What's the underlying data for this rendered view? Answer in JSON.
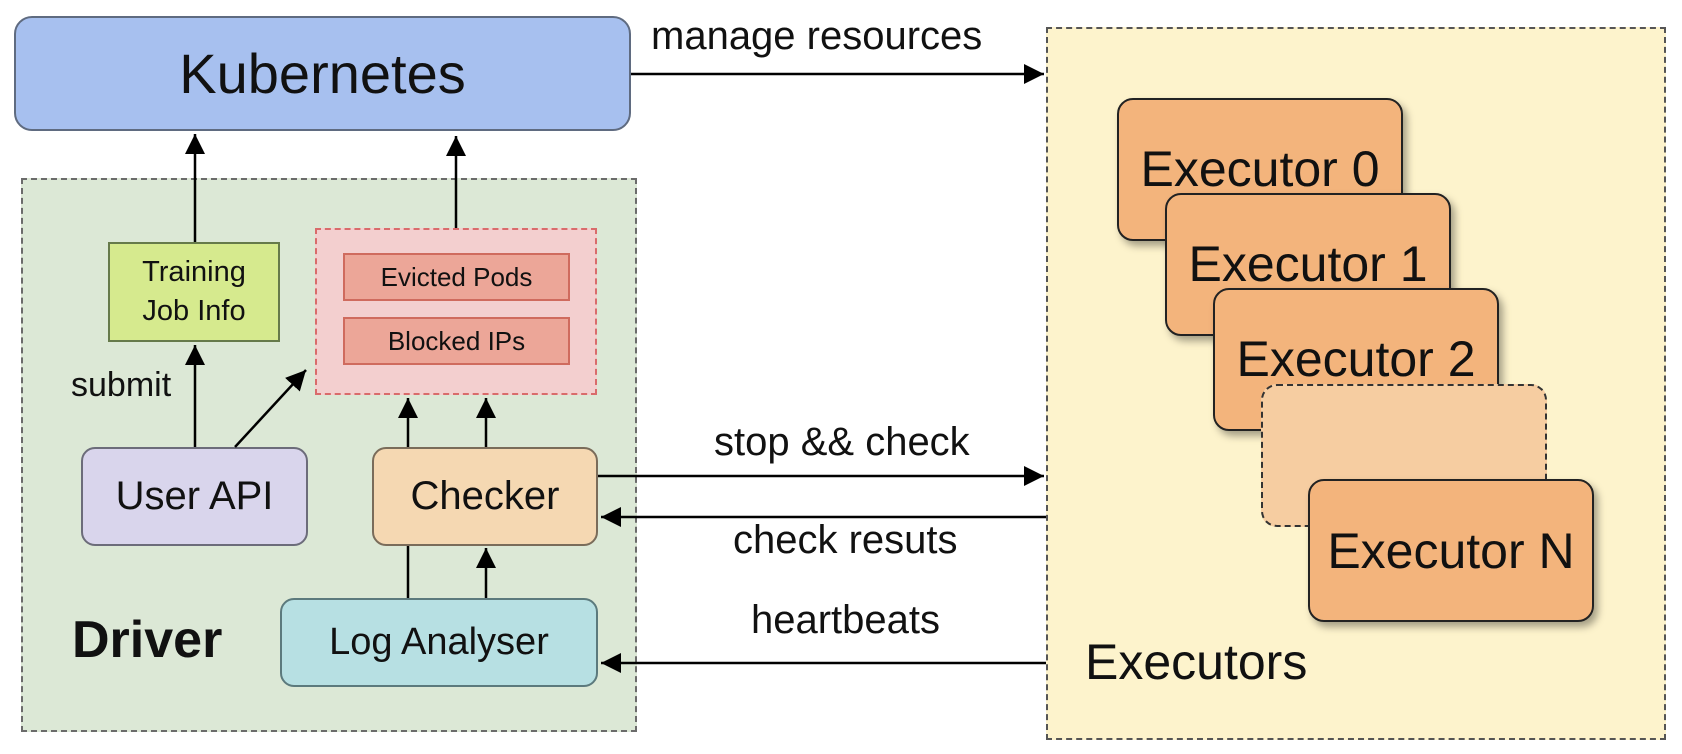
{
  "kubernetes": {
    "label": "Kubernetes"
  },
  "driver": {
    "label": "Driver",
    "training_job_info": {
      "line1": "Training",
      "line2": "Job Info"
    },
    "evicted_pods": "Evicted Pods",
    "blocked_ips": "Blocked IPs",
    "user_api": "User API",
    "checker": "Checker",
    "log_analyser": "Log Analyser",
    "submit_label": "submit"
  },
  "executors": {
    "label": "Executors",
    "items": [
      "Executor 0",
      "Executor 1",
      "Executor 2",
      "Executor N"
    ]
  },
  "edges": {
    "manage_resources": "manage resources",
    "stop_check": "stop && check",
    "check_results": "check resuts",
    "heartbeats": "heartbeats"
  }
}
